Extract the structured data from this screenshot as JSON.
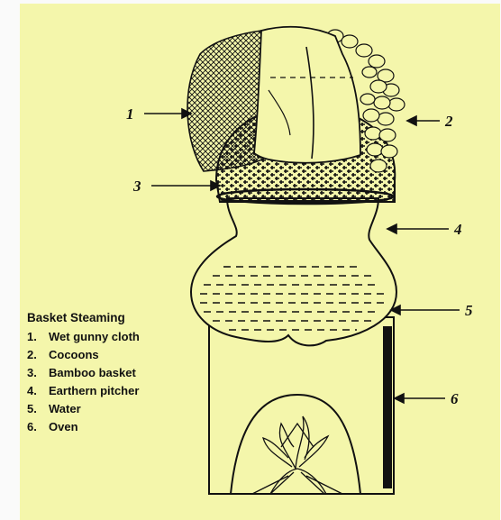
{
  "figure": {
    "callouts": [
      "1",
      "2",
      "3",
      "4",
      "5",
      "6"
    ]
  },
  "legend": {
    "title": "Basket Steaming",
    "items": [
      {
        "num": "1.",
        "label": "Wet gunny cloth"
      },
      {
        "num": "2.",
        "label": "Cocoons"
      },
      {
        "num": "3.",
        "label": "Bamboo basket"
      },
      {
        "num": "4.",
        "label": "Earthern pitcher"
      },
      {
        "num": "5.",
        "label": "Water"
      },
      {
        "num": "6.",
        "label": "Oven"
      }
    ]
  },
  "colors": {
    "panel": "#f4f6ab",
    "ink": "#111111"
  }
}
